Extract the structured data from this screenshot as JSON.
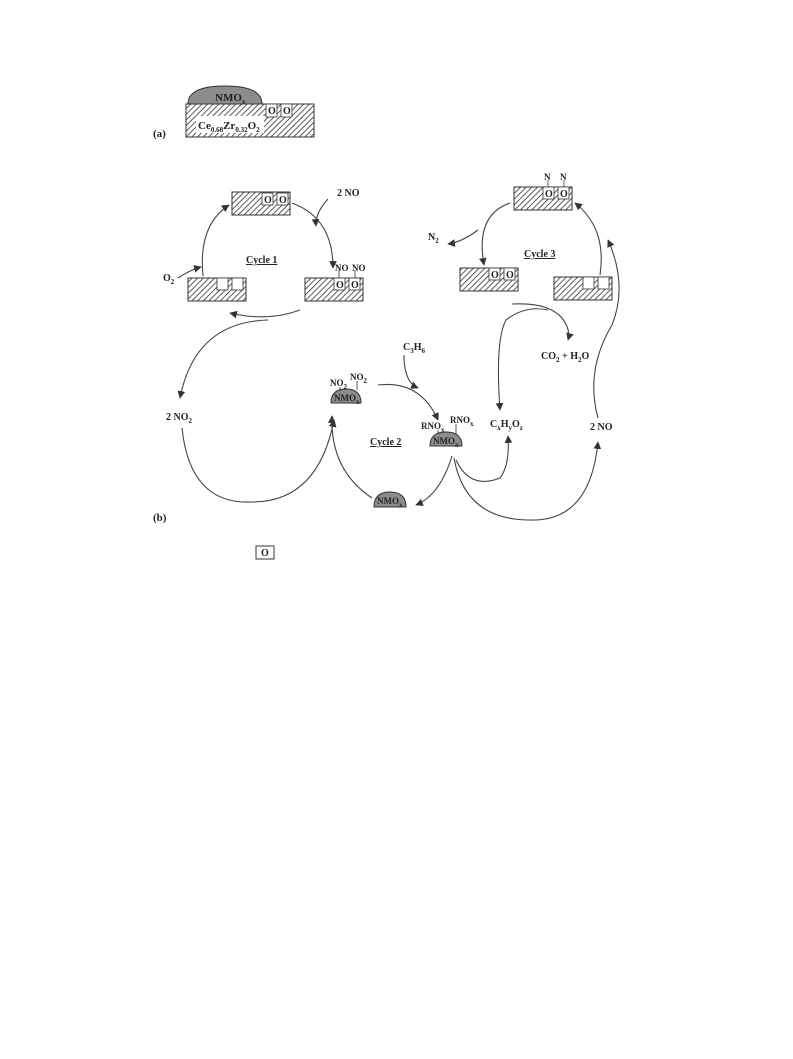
{
  "panel_labels": {
    "a": "(a)",
    "b": "(b)"
  },
  "panel_a": {
    "support": {
      "base": "Ce",
      "sub1": "0.68",
      "mid": "Zr",
      "sub2": "0.32",
      "tail": "O",
      "sub3": "2"
    },
    "particle": {
      "base": "NMO",
      "sub": "x"
    },
    "site_labels": [
      "O",
      "O"
    ]
  },
  "cycles": {
    "cycle1": "Cycle 1",
    "cycle2": "Cycle 2",
    "cycle3": "Cycle 3"
  },
  "species": {
    "two_no": "2 NO",
    "no": "NO",
    "o2": {
      "base": "O",
      "sub": "2"
    },
    "two_no2": {
      "base": "2 NO",
      "sub": "2"
    },
    "no2": {
      "base": "NO",
      "sub": "2"
    },
    "c3h6": {
      "a": "C",
      "s1": "3",
      "b": "H",
      "s2": "6"
    },
    "rnox": {
      "base": "RNO",
      "sub": "x"
    },
    "cxhyoz": {
      "a": "C",
      "s1": "x",
      "b": "H",
      "s2": "y",
      "c": "O",
      "s3": "z"
    },
    "co2_h2o": {
      "a": "CO",
      "s1": "2",
      "b": " + H",
      "s2": "2",
      "c": "O"
    },
    "n2": {
      "base": "N",
      "sub": "2"
    },
    "n": "N",
    "o": "O",
    "two_no_right": "2 NO"
  },
  "legend": {
    "symbol": "O"
  },
  "colors": {
    "particle": "#8c8c8c",
    "hatch": "#333333",
    "stroke": "#333333",
    "text": "#222222"
  }
}
